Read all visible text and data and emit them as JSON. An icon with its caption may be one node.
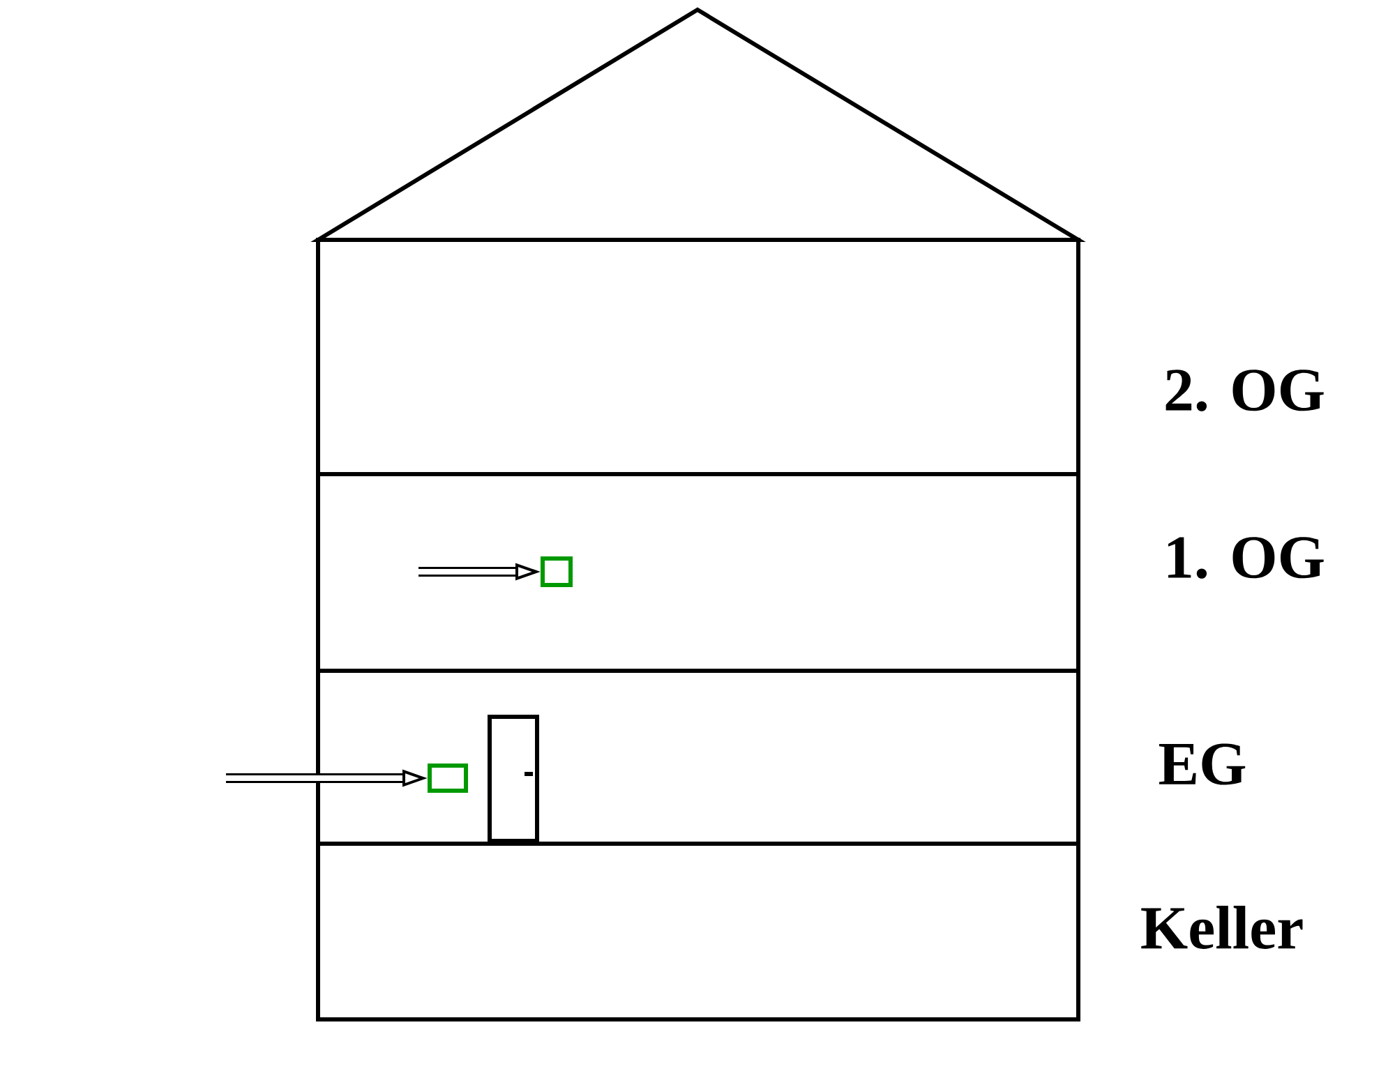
{
  "diagram": {
    "nodes": [
      {
        "text": [],
        "shape": "box"
      },
      {
        "text": [],
        "shape": "box"
      }
    ],
    "edges": [
      {
        "from": null,
        "to": 0,
        "arrow": "to"
      },
      {
        "from": null,
        "to": 1,
        "arrow": "to"
      }
    ],
    "labels": [
      "2. OG",
      "1. OG",
      "EG",
      "Keller"
    ]
  }
}
